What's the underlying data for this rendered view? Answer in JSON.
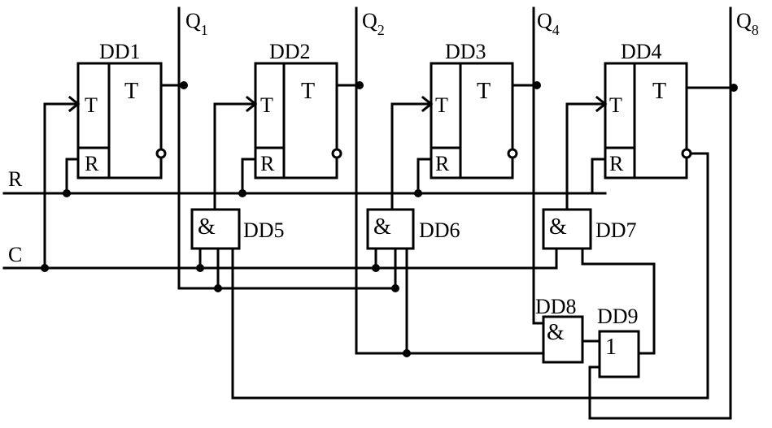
{
  "inputs": {
    "reset": "R",
    "clock": "C"
  },
  "outputs": [
    {
      "letter": "Q",
      "index": "1"
    },
    {
      "letter": "Q",
      "index": "2"
    },
    {
      "letter": "Q",
      "index": "4"
    },
    {
      "letter": "Q",
      "index": "8"
    }
  ],
  "flipflops": [
    {
      "name": "DD1",
      "t_input": "T",
      "r_input": "R",
      "function": "T"
    },
    {
      "name": "DD2",
      "t_input": "T",
      "r_input": "R",
      "function": "T"
    },
    {
      "name": "DD3",
      "t_input": "T",
      "r_input": "R",
      "function": "T"
    },
    {
      "name": "DD4",
      "t_input": "T",
      "r_input": "R",
      "function": "T"
    }
  ],
  "gates": [
    {
      "name": "DD5",
      "symbol": "&"
    },
    {
      "name": "DD6",
      "symbol": "&"
    },
    {
      "name": "DD7",
      "symbol": "&"
    },
    {
      "name": "DD8",
      "symbol": "&"
    },
    {
      "name": "DD9",
      "symbol": "1"
    }
  ]
}
